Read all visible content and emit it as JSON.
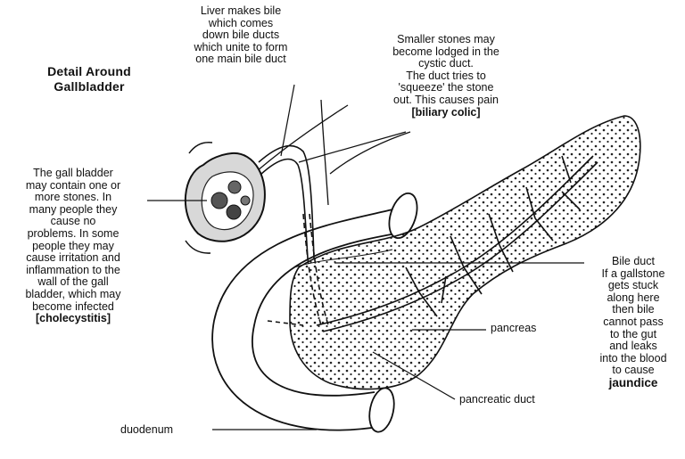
{
  "title": [
    "Detail Around",
    "Gallbladder"
  ],
  "labels": {
    "liver": [
      "Liver makes bile",
      "which comes",
      "down bile ducts",
      "which unite to form",
      "one main bile duct"
    ],
    "stones": [
      "Smaller stones may",
      "become lodged in the",
      "cystic duct.",
      "The duct tries to",
      "'squeeze' the stone",
      "out. This causes pain",
      "[biliary colic]"
    ],
    "gallbladder": [
      "The gall bladder",
      "may contain one or",
      "more stones. In",
      "many people they",
      "cause no",
      "problems. In some",
      "people they may",
      "cause irritation and",
      "inflammation to the",
      "wall of the gall",
      "bladder, which may",
      "become infected",
      "[cholecystitis]"
    ],
    "bileduct": [
      "Bile duct",
      "If a gallstone",
      "gets stuck",
      "along here",
      "then bile",
      "cannot pass",
      "to the gut",
      "and leaks",
      "into the blood",
      "to cause",
      "jaundice"
    ],
    "pancreas": "pancreas",
    "pancreatic_duct": "pancreatic duct",
    "duodenum": "duodenum"
  }
}
